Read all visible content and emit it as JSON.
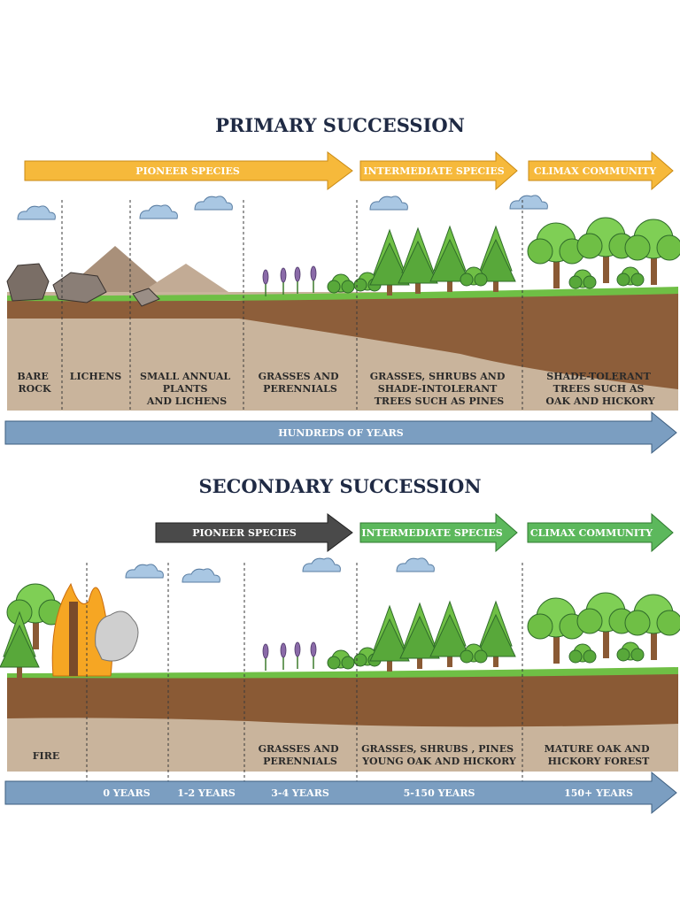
{
  "primary": {
    "title": "PRIMARY SUCCESSION",
    "arrows": [
      {
        "label": "PIONEER SPECIES",
        "color": "#f6b93b"
      },
      {
        "label": "INTERMEDIATE SPECIES",
        "color": "#f6b93b"
      },
      {
        "label": "CLIMAX COMMUNITY",
        "color": "#f6b93b"
      }
    ],
    "stages": [
      [
        "BARE",
        "ROCK"
      ],
      [
        "LICHENS"
      ],
      [
        "SMALL ANNUAL",
        "PLANTS",
        "AND LICHENS"
      ],
      [
        "GRASSES AND",
        "PERENNIALS"
      ],
      [
        "GRASSES, SHRUBS AND",
        "SHADE-INTOLERANT",
        "TREES SUCH AS PINES"
      ],
      [
        "SHADE-TOLERANT",
        "TREES SUCH AS",
        "OAK AND HICKORY"
      ]
    ],
    "timeline": "HUNDREDS OF YEARS"
  },
  "secondary": {
    "title": "SECONDARY SUCCESSION",
    "arrows": [
      {
        "label": "PIONEER SPECIES",
        "color": "#4a4a4a"
      },
      {
        "label": "INTERMEDIATE SPECIES",
        "color": "#5cb85c"
      },
      {
        "label": "CLIMAX COMMUNITY",
        "color": "#5cb85c"
      }
    ],
    "stages": [
      [
        "FIRE"
      ],
      [
        "GRASSES AND",
        "PERENNIALS"
      ],
      [
        "GRASSES, SHRUBS , PINES",
        "YOUNG OAK AND HICKORY"
      ],
      [
        "MATURE OAK AND",
        "HICKORY FOREST"
      ]
    ],
    "timeline": [
      "0 YEARS",
      "1-2 YEARS",
      "3-4 YEARS",
      "5-150 YEARS",
      "150+ YEARS"
    ]
  },
  "colors": {
    "timeline": "#7b9ec1",
    "topsoil": "#8a5a35",
    "subsoil": "#c9b49c",
    "grass": "#6fbf45"
  }
}
